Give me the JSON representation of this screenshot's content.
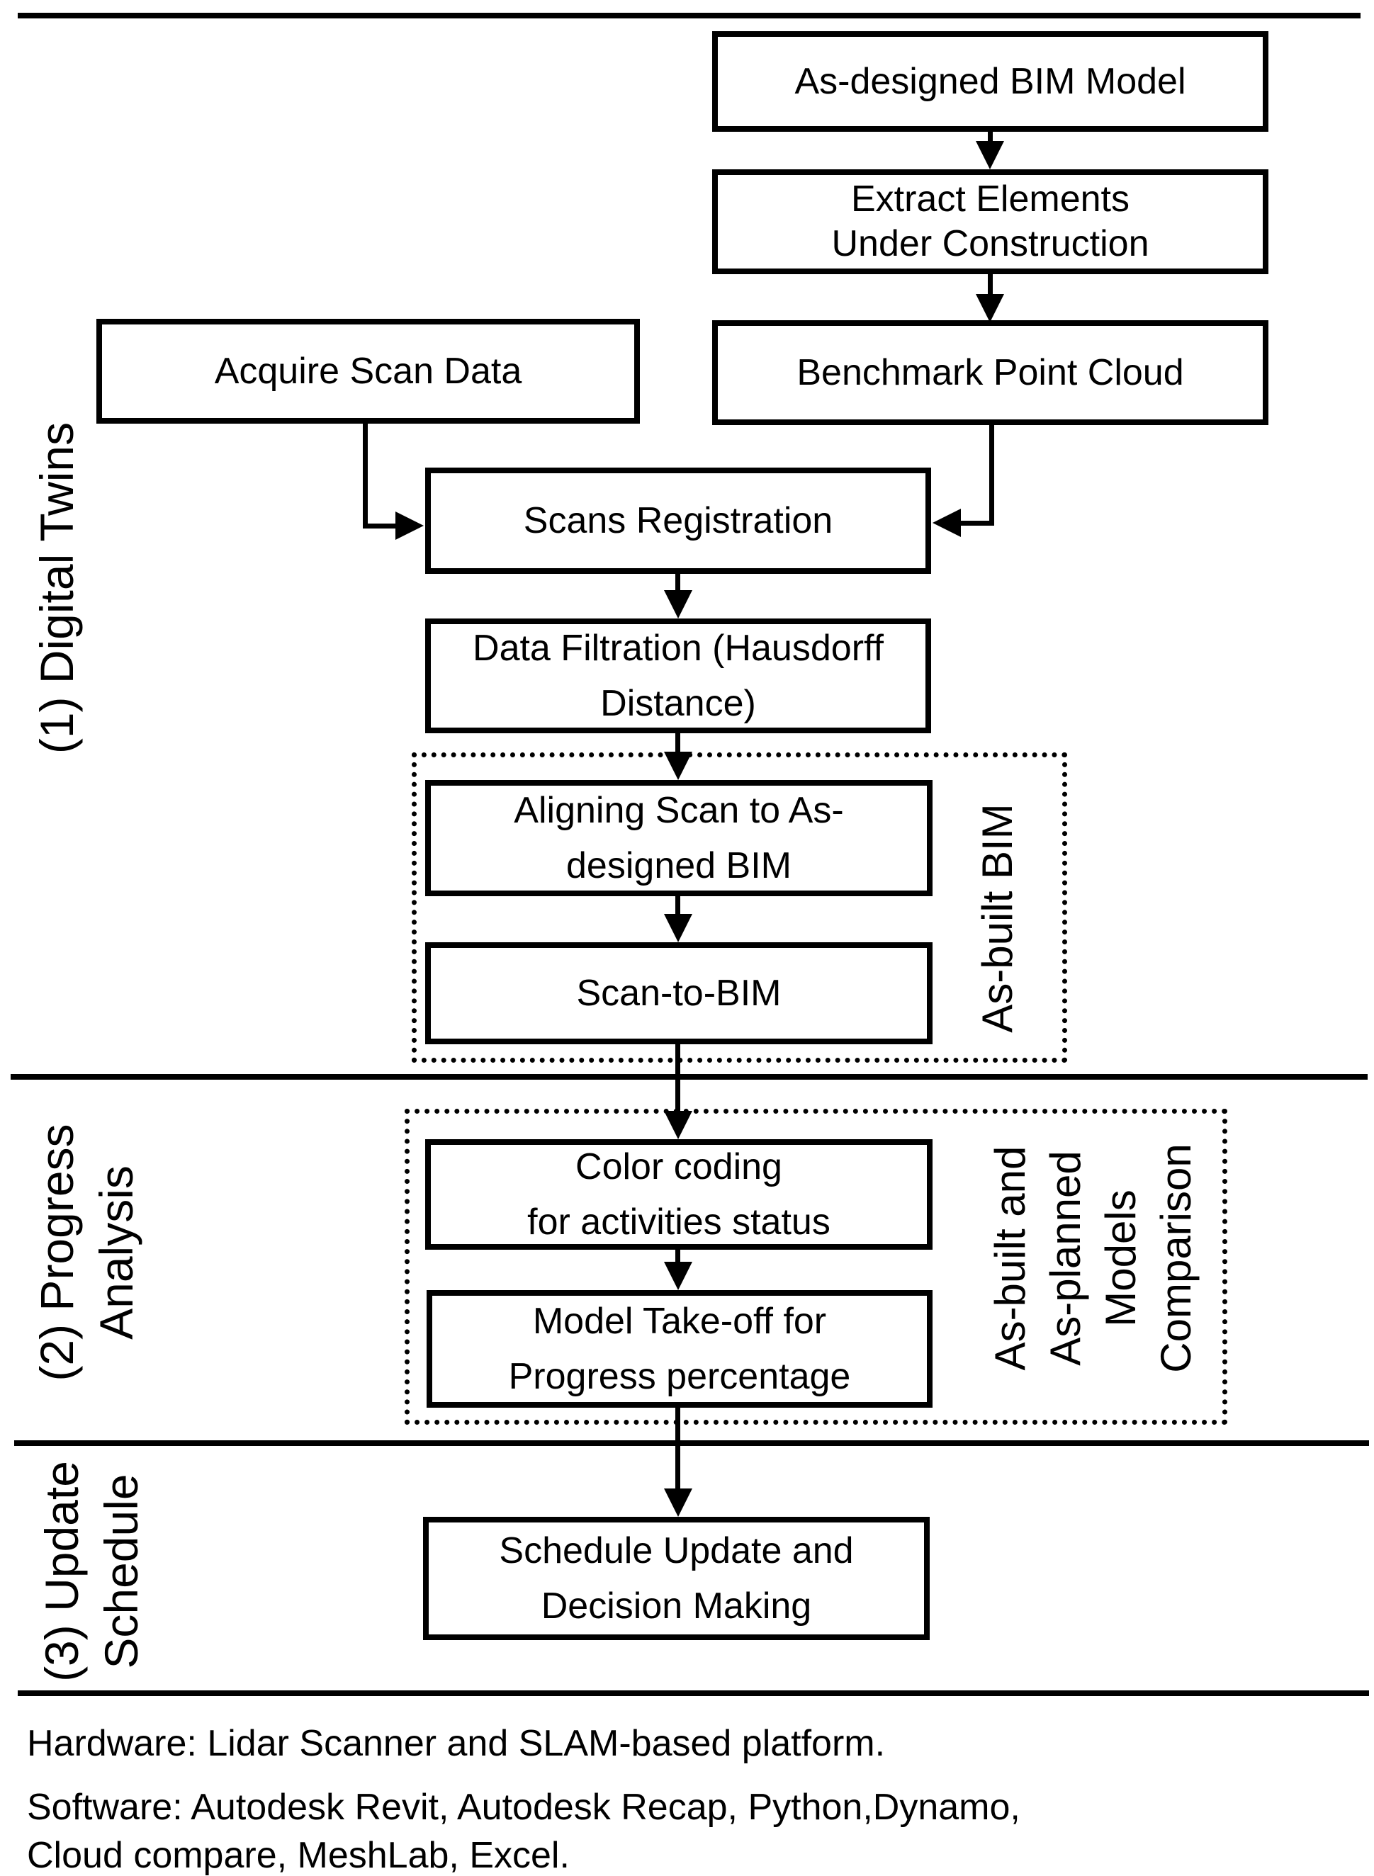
{
  "flowchart": {
    "section_labels": [
      "(1) Digital Twins",
      "(2) Progress\nAnalysis",
      "(3) Update\nSchedule"
    ],
    "nodes": {
      "as_designed_bim_model": "As-designed BIM Model",
      "extract_elements": "Extract Elements\nUnder Construction",
      "acquire_scan_data": "Acquire Scan Data",
      "benchmark_point_cloud": "Benchmark Point Cloud",
      "scans_registration": "Scans Registration",
      "data_filtration": "Data Filtration (Hausdorff\nDistance)",
      "aligning_scan": "Aligning Scan to As-\ndesigned BIM",
      "scan_to_bim": "Scan-to-BIM",
      "color_coding": "Color coding\nfor activities status",
      "model_take_off": "Model Take-off for\nProgress percentage",
      "schedule_update": "Schedule Update and\nDecision Making"
    },
    "groups": {
      "as_built_bim": "As-built BIM",
      "models_comparison": "As-built and\nAs-planned\nModels\nComparison"
    },
    "footer": {
      "hardware": "Hardware: Lidar Scanner and SLAM-based platform.",
      "software": "Software: Autodesk Revit, Autodesk Recap, Python,Dynamo,\nCloud compare, MeshLab, Excel."
    }
  }
}
